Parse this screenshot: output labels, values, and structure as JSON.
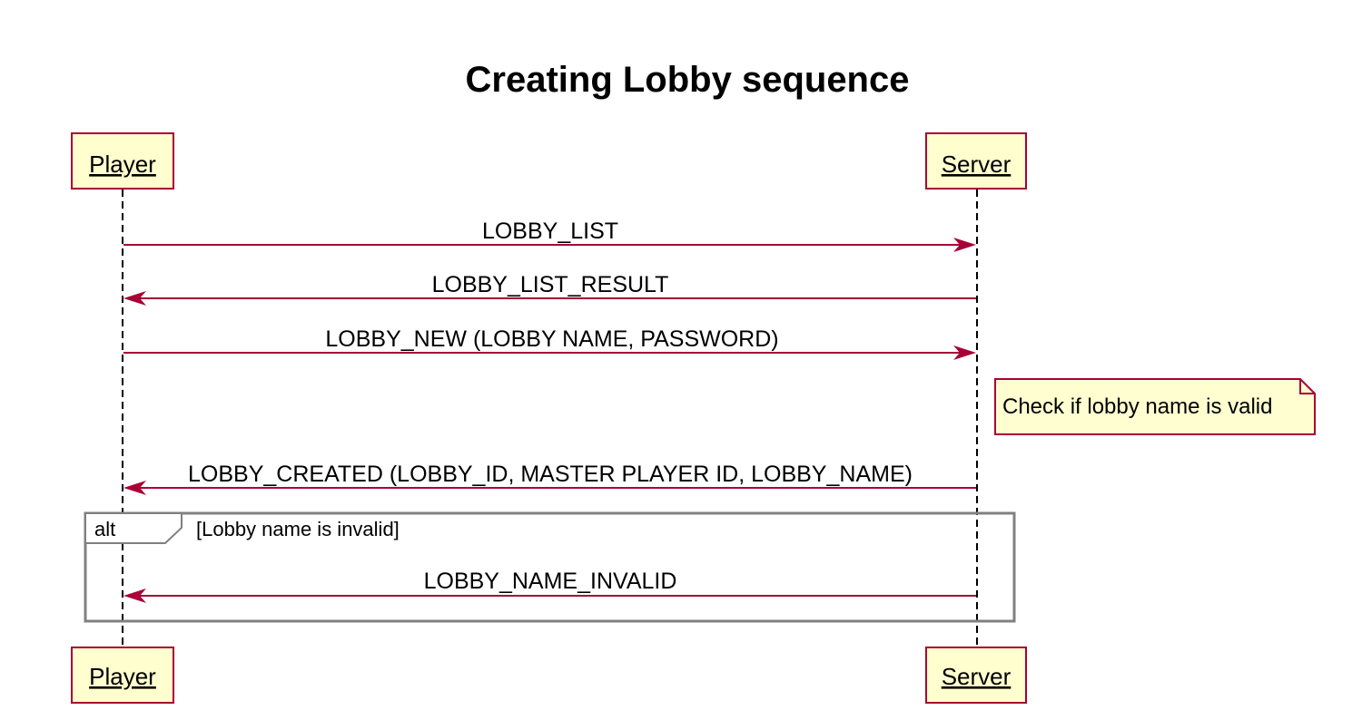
{
  "diagram": {
    "title": "Creating Lobby sequence",
    "participants": [
      {
        "id": "player",
        "label": "Player"
      },
      {
        "id": "server",
        "label": "Server"
      }
    ],
    "messages": [
      {
        "label": "LOBBY_LIST",
        "from": "player",
        "to": "server"
      },
      {
        "label": "LOBBY_LIST_RESULT",
        "from": "server",
        "to": "player"
      },
      {
        "label": "LOBBY_NEW (LOBBY NAME, PASSWORD)",
        "from": "player",
        "to": "server"
      },
      {
        "label": "LOBBY_CREATED (LOBBY_ID, MASTER PLAYER ID, LOBBY_NAME)",
        "from": "server",
        "to": "player"
      },
      {
        "label": "LOBBY_NAME_INVALID",
        "from": "server",
        "to": "player"
      }
    ],
    "note": {
      "text": "Check if lobby name is valid",
      "participant": "server",
      "side": "right"
    },
    "alt_fragment": {
      "keyword": "alt",
      "guard": "[Lobby name is invalid]"
    },
    "colors": {
      "participant_fill": "#FEFECE",
      "border": "#A80036",
      "arrow": "#A80036",
      "note_fill": "#FBFB77",
      "frame": "#808080"
    }
  }
}
